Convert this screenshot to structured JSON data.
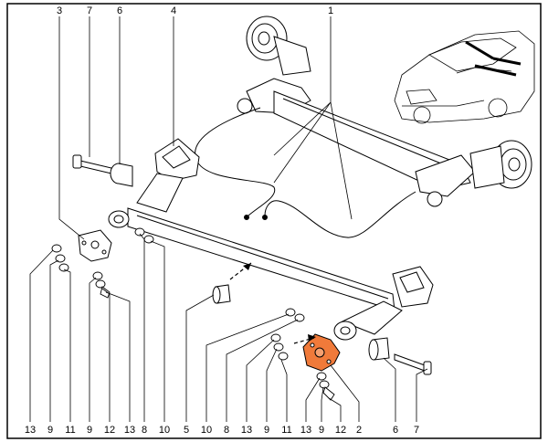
{
  "diagram": {
    "top_callouts": [
      "3",
      "7",
      "6",
      "4",
      "1"
    ],
    "bottom_callouts": [
      "13",
      "9",
      "11",
      "9",
      "12",
      "13",
      "8",
      "10",
      "5",
      "10",
      "8",
      "13",
      "9",
      "11",
      "13",
      "9",
      "12",
      "2",
      "6",
      "7"
    ],
    "highlight_color": "#f07a3a",
    "line_color": "#000000",
    "part_fill_color": "#ffffff"
  }
}
